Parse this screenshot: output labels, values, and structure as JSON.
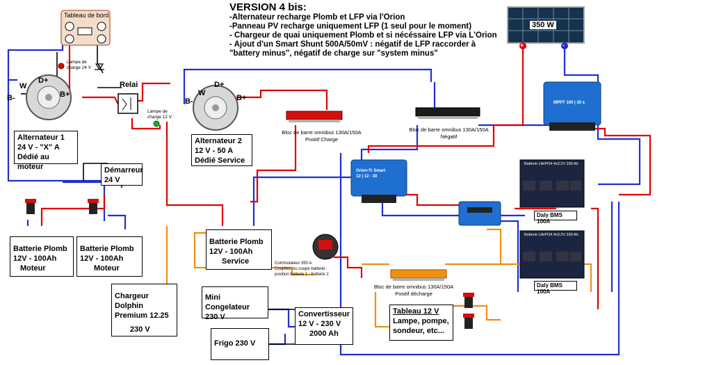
{
  "header": {
    "title": "VERSION 4 bis:",
    "lines": [
      "-Alternateur recharge Plomb et LFP via l'Orion",
      "-Panneau PV recharge uniquement LFP (1 seul pour le moment)",
      "- Chargeur de quai uniquement Plomb et si nécéssaire LFP via L'Orion",
      "- Ajout d'un Smart Shunt 500A/50mV : négatif de LFP raccorder à",
      " \"battery minus\", négatif de charge sur \"system minus\""
    ]
  },
  "dashboard": {
    "title": "Tableau de bord"
  },
  "lamp1": "Lampe de charge 24 V",
  "lamp2": "Lampe de charge 12 V",
  "relay": "Relai",
  "alt1": {
    "line1": "Alternateur 1",
    "line2": "24 V - \"X\" A",
    "line3": "Dédié au moteur",
    "w": "W",
    "dplus": "D+",
    "bplus": "B+",
    "bminus": "B-"
  },
  "alt2": {
    "line1": "Alternateur 2",
    "line2": "12 V - 50 A",
    "line3": "Dédié  Service",
    "w": "W",
    "dplus": "D+",
    "bplus": "B+",
    "bminus": "B-"
  },
  "starter": {
    "line1": "Démarreur",
    "line2": "24 V"
  },
  "lead1": {
    "line1": "Batterie Plomb",
    "line2": "12V - 100Ah",
    "line3": "Moteur"
  },
  "lead2": {
    "line1": "Batterie Plomb",
    "line2": "12V - 100Ah",
    "line3": "Moteur"
  },
  "lead3": {
    "line1": "Batterie Plomb",
    "line2": "12V - 100Ah",
    "line3": "Service"
  },
  "busbar_pos": {
    "line1": "Bloc de barre omnibus 130A/150A",
    "line2": "Positif Charge"
  },
  "busbar_neg": {
    "line1": "Bloc de barre omnibus 130A/150A",
    "line2": "Négatif"
  },
  "busbar_dis": {
    "line1": "Bloc de barre omnibus 130A/150A",
    "line2": "Positif  décharge"
  },
  "solar": {
    "label": "350 W",
    "plus": "+",
    "minus": "-"
  },
  "mppt": {
    "label": "MPPT 100 | 30 ±"
  },
  "orion": {
    "label": "Orion-Tr Smart",
    "sub": "12 | 12 - 30"
  },
  "lfp1": {
    "label": "Batterie LifePO4 4x3.2V 200 Ah",
    "bms": "Daly BMS 100A"
  },
  "lfp2": {
    "label": "Batterie LifePO4 4x3.2V 200 Ah",
    "bms": "Daly BMS 100A"
  },
  "switch": {
    "line1": "Commutateur 350 A",
    "line2": "Coupleur ou coupe batterie :",
    "line3": "position batterie 1 - batterie 2"
  },
  "charger": {
    "line1": "Chargeur Dolphin",
    "line2": "Premium 12.25",
    "line3": "230 V"
  },
  "freezer": {
    "line1": "Mini Congelateur",
    "line2": "230 V"
  },
  "fridge": {
    "line1": "Frigo 230 V"
  },
  "inverter": {
    "line1": "Convertisseur",
    "line2": "12 V - 230 V",
    "line3": "2000 Ah"
  },
  "panel": {
    "line1": "Tableau 12 V",
    "line2": "Lampe, pompe,",
    "line3": "sondeur,  etc..."
  }
}
